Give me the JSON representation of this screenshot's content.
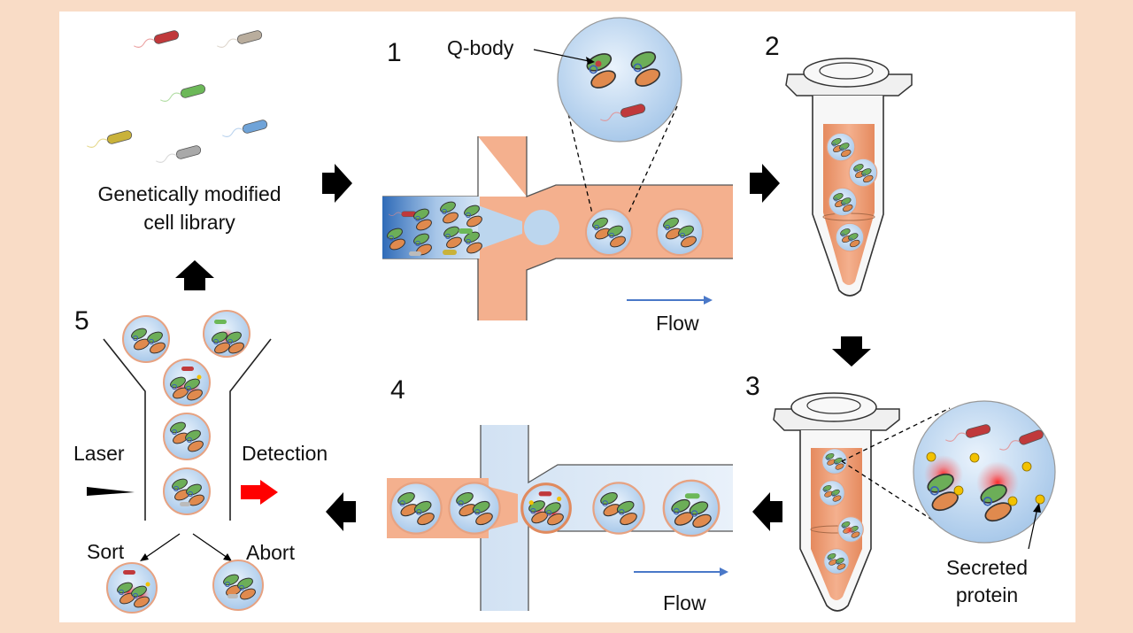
{
  "steps": {
    "s1": "1",
    "s2": "2",
    "s3": "3",
    "s4": "4",
    "s5": "5"
  },
  "labels": {
    "library": "Genetically modified\ncell library",
    "qbody": "Q-body",
    "flow_top": "Flow",
    "flow_bottom": "Flow",
    "laser": "Laser",
    "detection": "Detection",
    "sort": "Sort",
    "abort": "Abort",
    "secreted": "Secreted\nprotein"
  },
  "colors": {
    "background": "#f9dcc6",
    "panel": "#ffffff",
    "oil": "#f4b08e",
    "aqueous": "#bcd6ee",
    "droplet_rim": "#e7a281",
    "arrow": "#000000",
    "detection_arrow": "#ff0000",
    "flow_arrow": "#4a78c8",
    "signal": "#ff2a2a"
  },
  "icons": [
    "step-arrow-icon",
    "flow-arrow-icon",
    "laser-beam-icon",
    "detection-arrow-icon",
    "tube-icon",
    "bacterium-icon",
    "droplet-icon",
    "q-body-icon"
  ]
}
